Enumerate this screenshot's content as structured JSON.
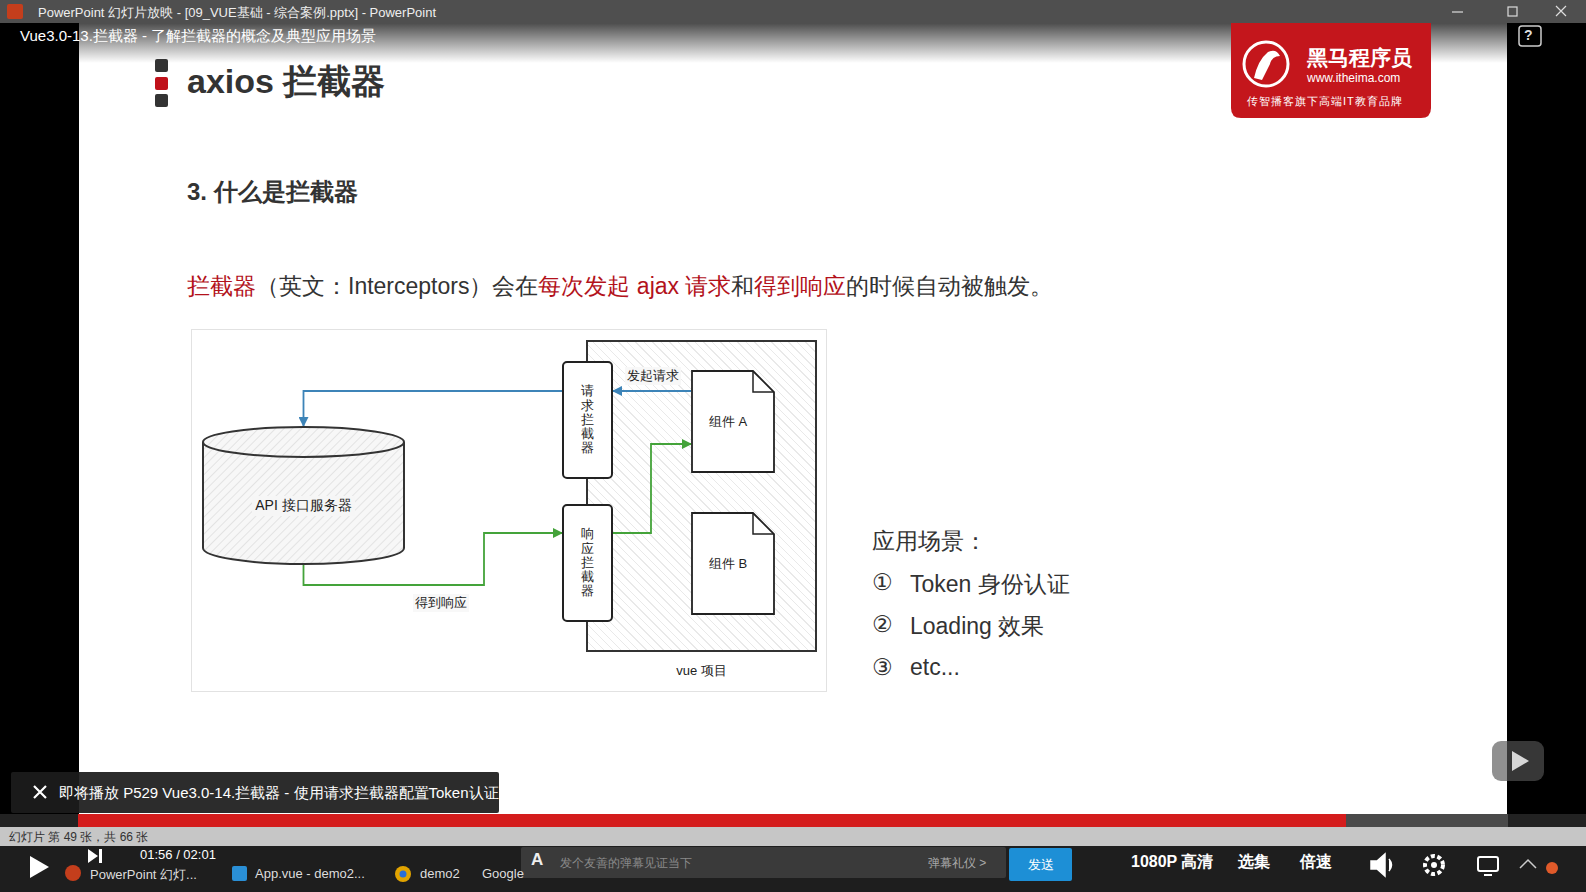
{
  "diagram": {
    "title": "axios 拦截器",
    "nodes": [
      {
        "text": [
          "API 接口服务器"
        ]
      },
      {
        "text": [
          "vue 项目"
        ]
      },
      {
        "text": [
          "请求拦截器"
        ],
        "in": 1
      },
      {
        "text": [
          "响应拦截器"
        ],
        "in": 1
      },
      {
        "text": [
          "组件 A"
        ],
        "in": 1
      },
      {
        "text": [
          "组件 B"
        ],
        "in": 1
      }
    ],
    "edges": [
      {
        "from": 4,
        "to": 2,
        "arrow": "to",
        "label": "发起请求"
      },
      {
        "from": 2,
        "to": 0,
        "arrow": "to"
      },
      {
        "from": 0,
        "to": 3,
        "arrow": "to",
        "label": "得到响应"
      },
      {
        "from": 3,
        "to": 4,
        "arrow": "to"
      }
    ],
    "labels": [
      "PowerPoint 幻灯片放映 - [09_VUE基础 - 综合案例.pptx] - PowerPoint",
      "Vue3.0-13.拦截器 - 了解拦截器的概念及典型应用场景",
      "黑马程序员",
      "www.itheima.com",
      "传智播客旗下高端IT教育品牌",
      "3. 什么是拦截器",
      "拦截器",
      "（英文：Interceptors）会在",
      "每次发起 ajax 请求",
      "和",
      "得到响应",
      "的时候自动被触发。",
      "应用场景：",
      "①",
      "Token 身份认证",
      "②",
      "Loading 效果",
      "③",
      "etc...",
      "即将播放 P529 Vue3.0-14.拦截器 - 使用请求拦截器配置Token认证",
      "幻灯片 第 49 张，共 66 张",
      "01:56 / 02:01",
      "PowerPoint 幻灯...",
      "App.vue - demo2...",
      "demo2",
      "Google",
      "A",
      "发个友善的弹幕见证当下",
      "弹幕礼仪 >",
      "发送",
      "1080P 高清",
      "选集",
      "倍速",
      "?"
    ]
  }
}
